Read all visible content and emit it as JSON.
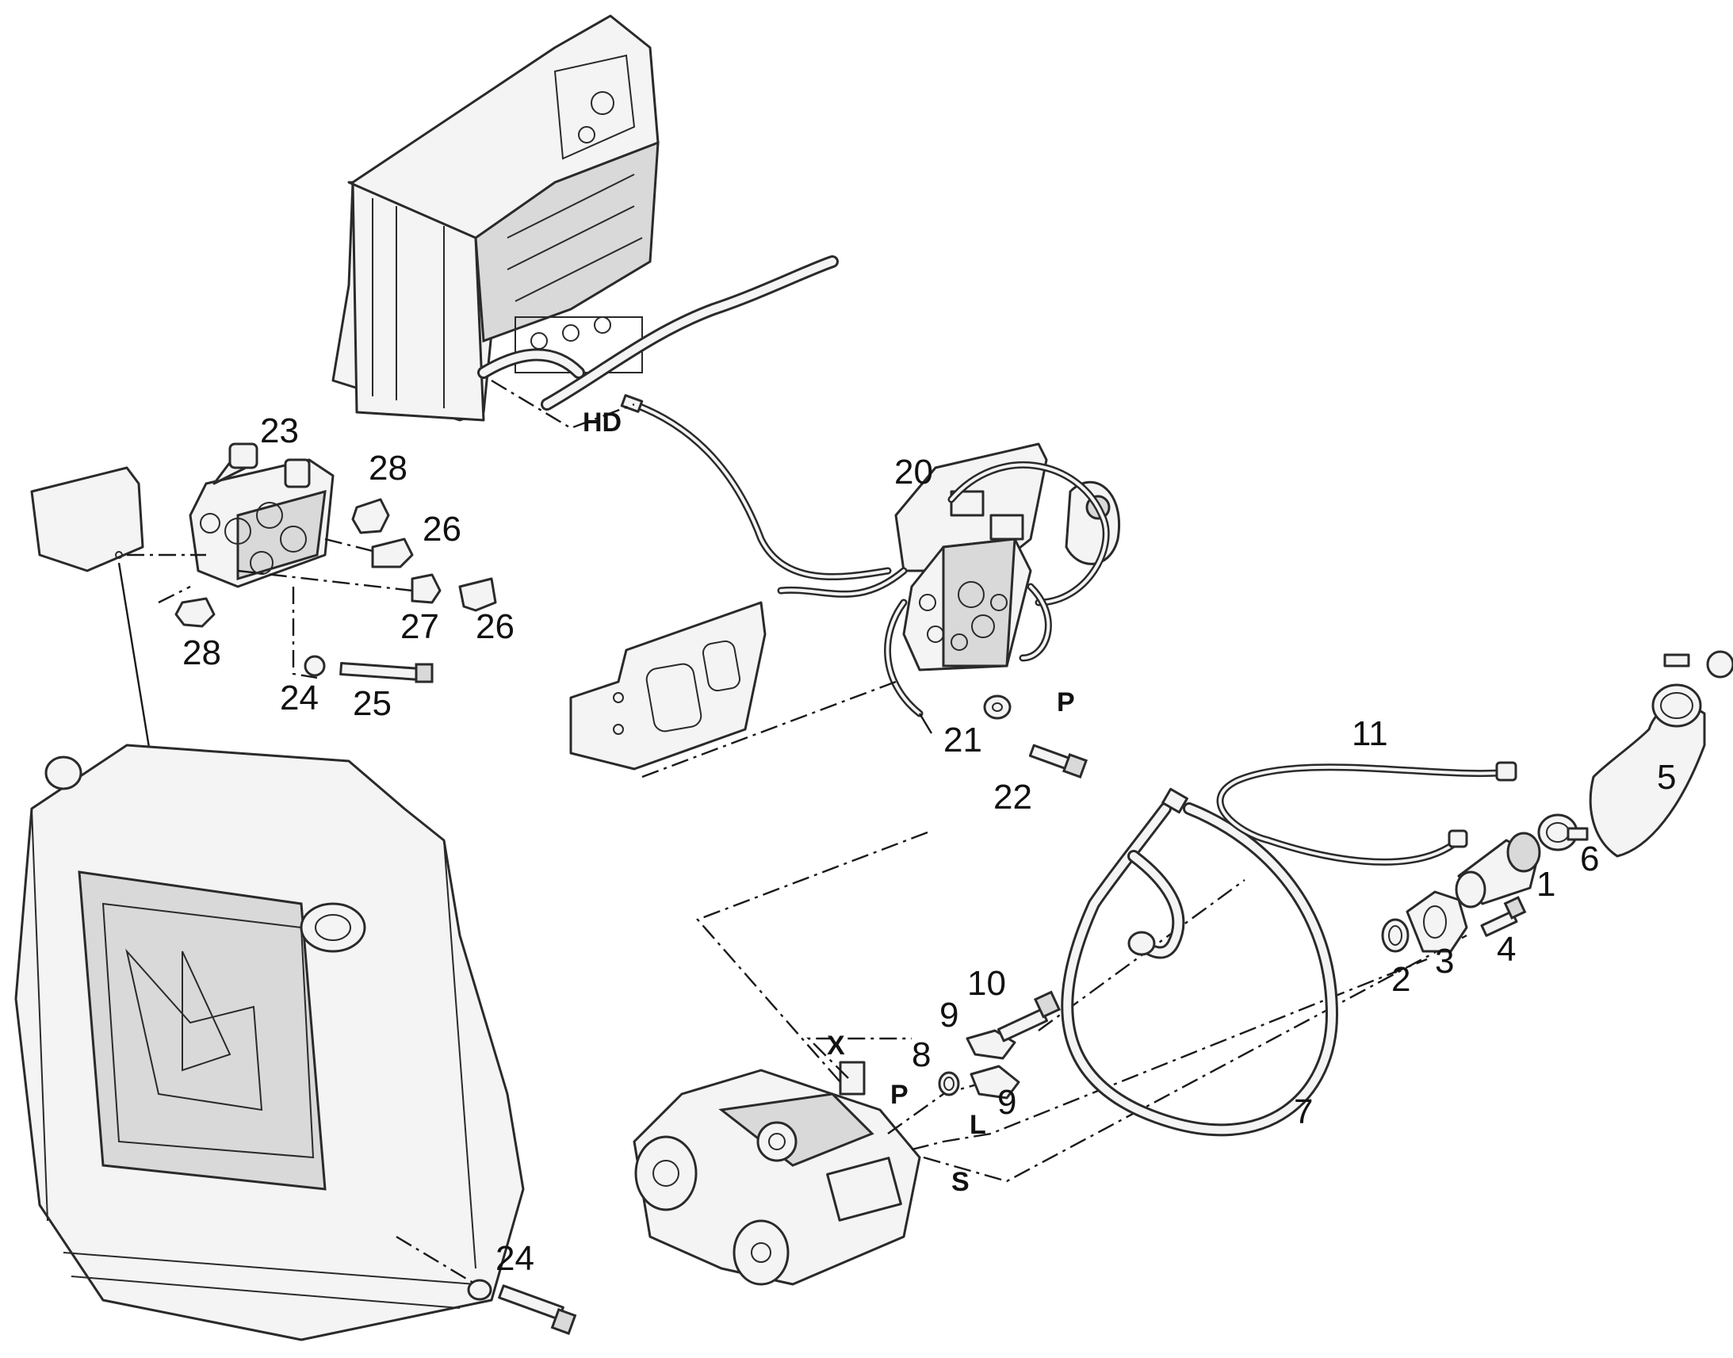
{
  "callouts": {
    "c1": "1",
    "c2": "2",
    "c3": "3",
    "c4": "4",
    "c5": "5",
    "c6": "6",
    "c7": "7",
    "c8": "8",
    "c9a": "9",
    "c9b": "9",
    "c10": "10",
    "c11": "11",
    "c20": "20",
    "c21": "21",
    "c22": "22",
    "c23": "23",
    "c24a": "24",
    "c24b": "24",
    "c25": "25",
    "c26a": "26",
    "c26b": "26",
    "c27": "27",
    "c28a": "28",
    "c28b": "28"
  },
  "ports": {
    "hd": "HD",
    "p_top": "P",
    "x": "X",
    "p_pump": "P",
    "l": "L",
    "s": "S"
  },
  "colors": {
    "line": "#2a2a2a",
    "fill": "#f4f4f4",
    "background": "#ffffff"
  }
}
